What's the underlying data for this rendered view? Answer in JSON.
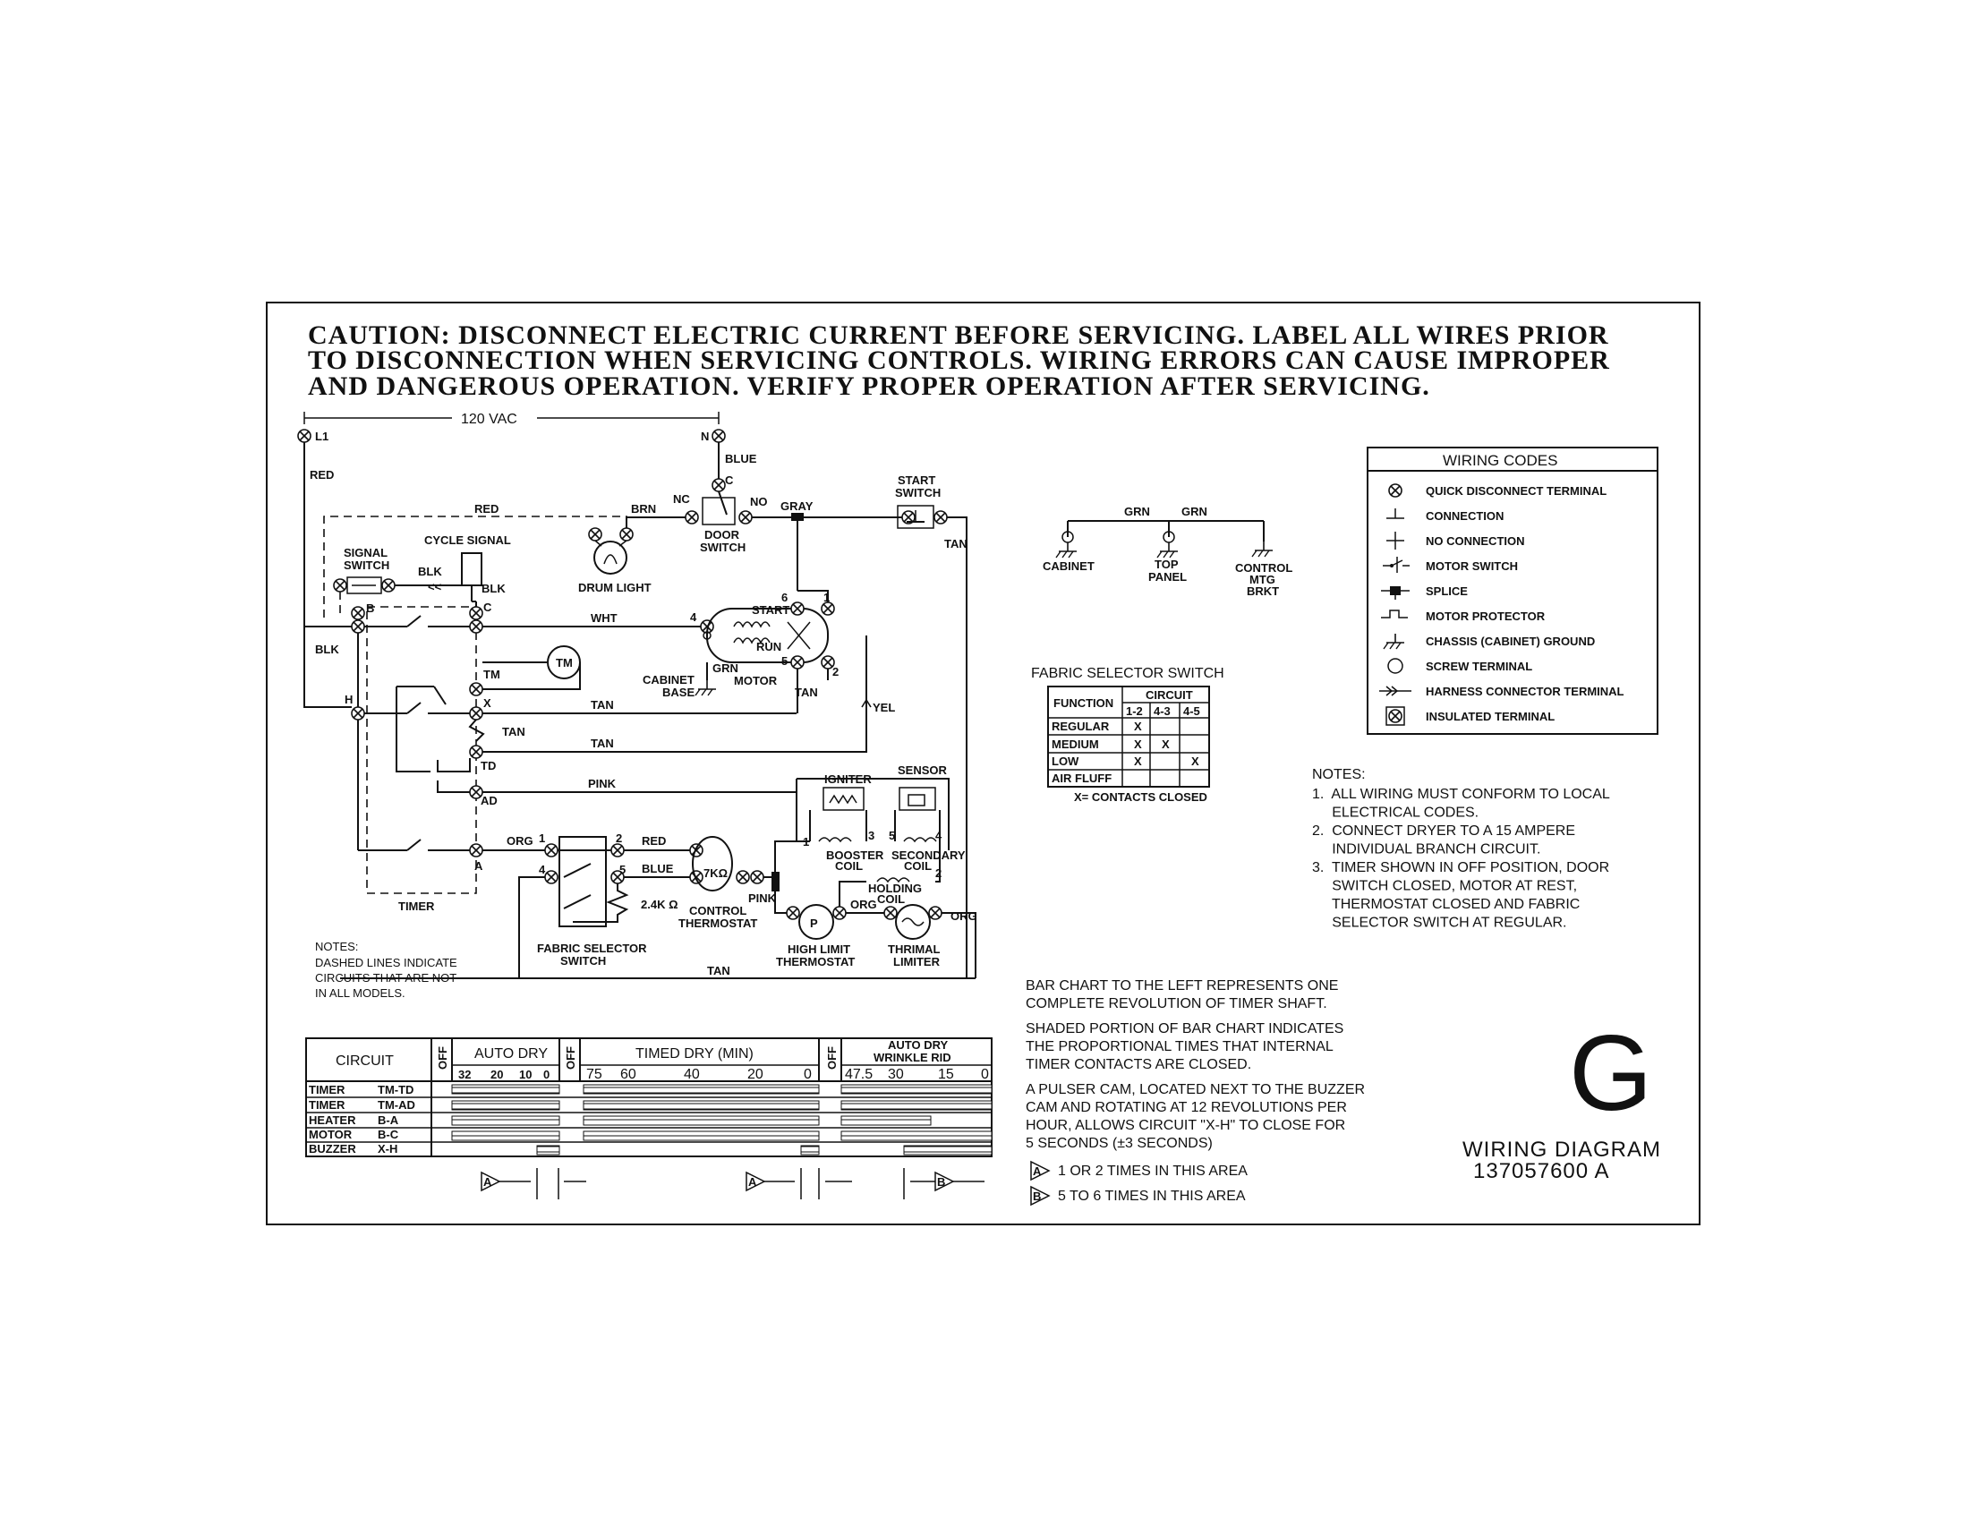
{
  "caution": {
    "line1": "CAUTION: DISCONNECT ELECTRIC CURRENT BEFORE SERVICING. LABEL ALL WIRES PRIOR",
    "line2": "TO DISCONNECTION WHEN SERVICING CONTROLS. WIRING ERRORS CAN CAUSE IMPROPER",
    "line3": "AND DANGEROUS OPERATION. VERIFY PROPER OPERATION AFTER SERVICING."
  },
  "supply": {
    "voltage": "120 VAC",
    "l1": "L1",
    "n": "N"
  },
  "wires": {
    "red": "RED",
    "blk": "BLK",
    "blue": "BLUE",
    "brn": "BRN",
    "gray": "GRAY",
    "tan": "TAN",
    "wht": "WHT",
    "grn": "GRN",
    "yel": "YEL",
    "pink": "PINK",
    "org": "ORG"
  },
  "terminals": {
    "b": "B",
    "c": "C",
    "tm": "TM",
    "x": "X",
    "td": "TD",
    "ad": "AD",
    "a": "A",
    "h": "H",
    "nc": "NC",
    "no": "NO",
    "door_c": "C",
    "m1": "1",
    "m2": "2",
    "m4": "4",
    "m5": "5",
    "m6": "6",
    "f1": "1",
    "f2": "2",
    "f4": "4",
    "f5": "5",
    "g1": "1",
    "g2": "2",
    "g3": "3",
    "g4": "4",
    "g5": "5"
  },
  "components": {
    "cycle_signal": "CYCLE SIGNAL",
    "signal_switch_1": "SIGNAL",
    "signal_switch_2": "SWITCH",
    "drum_light": "DRUM LIGHT",
    "door_switch_1": "DOOR",
    "door_switch_2": "SWITCH",
    "start_switch_1": "START",
    "start_switch_2": "SWITCH",
    "tm": "TM",
    "start": "START",
    "run": "RUN",
    "cabinet_base_1": "CABINET",
    "cabinet_base_2": "BASE",
    "motor": "MOTOR",
    "timer": "TIMER",
    "igniter": "IGNITER",
    "sensor": "SENSOR",
    "booster_1": "BOOSTER",
    "booster_2": "COIL",
    "secondary_1": "SECONDARY",
    "secondary_2": "COIL",
    "holding_1": "HOLDING",
    "holding_2": "COIL",
    "r7k": "7KΩ",
    "r24k": "2.4K Ω",
    "control_thermostat_1": "CONTROL",
    "control_thermostat_2": "THERMOSTAT",
    "fabric_selector_1": "FABRIC SELECTOR",
    "fabric_selector_2": "SWITCH",
    "high_limit_1": "HIGH LIMIT",
    "high_limit_2": "THERMOSTAT",
    "thermal_limiter_1": "THRIMAL",
    "thermal_limiter_2": "LIMITER"
  },
  "grounds": {
    "cabinet": "CABINET",
    "top_panel_1": "TOP",
    "top_panel_2": "PANEL",
    "control_1": "CONTROL",
    "control_2": "MTG",
    "control_3": "BRKT"
  },
  "notes_left": {
    "title": "NOTES:",
    "l1": "DASHED LINES INDICATE",
    "l2": "CIRCUITS THAT ARE NOT",
    "l3": "IN ALL MODELS."
  },
  "wiring_codes": {
    "title": "WIRING CODES",
    "items": [
      {
        "icon": "quick-disconnect-icon",
        "label": "QUICK DISCONNECT TERMINAL"
      },
      {
        "icon": "connection-icon",
        "label": "CONNECTION"
      },
      {
        "icon": "no-connection-icon",
        "label": "NO CONNECTION"
      },
      {
        "icon": "motor-switch-icon",
        "label": "MOTOR SWITCH"
      },
      {
        "icon": "splice-icon",
        "label": "SPLICE"
      },
      {
        "icon": "motor-protector-icon",
        "label": "MOTOR PROTECTOR"
      },
      {
        "icon": "chassis-ground-icon",
        "label": "CHASSIS (CABINET) GROUND"
      },
      {
        "icon": "screw-terminal-icon",
        "label": "SCREW TERMINAL"
      },
      {
        "icon": "harness-connector-icon",
        "label": "HARNESS CONNECTOR TERMINAL"
      },
      {
        "icon": "insulated-terminal-icon",
        "label": "INSULATED TERMINAL"
      }
    ]
  },
  "fabric_table": {
    "title": "FABRIC SELECTOR SWITCH",
    "function": "FUNCTION",
    "circuit": "CIRCUIT",
    "cols": [
      "1-2",
      "4-3",
      "4-5"
    ],
    "rows": [
      {
        "name": "REGULAR",
        "cells": [
          "X",
          "",
          ""
        ]
      },
      {
        "name": "MEDIUM",
        "cells": [
          "X",
          "X",
          ""
        ]
      },
      {
        "name": "LOW",
        "cells": [
          "X",
          "",
          "X"
        ]
      },
      {
        "name": "AIR FLUFF",
        "cells": [
          "",
          "",
          ""
        ]
      }
    ],
    "footnote": "X= CONTACTS CLOSED"
  },
  "notes_right": {
    "title": "NOTES:",
    "lines": [
      "1.  ALL WIRING MUST CONFORM TO LOCAL",
      "     ELECTRICAL CODES.",
      "2.  CONNECT DRYER TO A 15 AMPERE",
      "     INDIVIDUAL BRANCH CIRCUIT.",
      "3.  TIMER SHOWN IN OFF POSITION, DOOR",
      "     SWITCH CLOSED, MOTOR AT REST,",
      "     THERMOSTAT CLOSED AND FABRIC",
      "     SELECTOR SWITCH AT REGULAR."
    ]
  },
  "bar_chart": {
    "circuit": "CIRCUIT",
    "off": "OFF",
    "auto_dry": "AUTO DRY",
    "timed_dry": "TIMED DRY (MIN)",
    "auto_dry_wr_1": "AUTO DRY",
    "auto_dry_wr_2": "WRINKLE RID",
    "ticks_auto": [
      "32",
      "20",
      "10",
      "0"
    ],
    "ticks_timed": [
      "75",
      "60",
      "40",
      "20",
      "0"
    ],
    "ticks_wr": [
      "47.5",
      "30",
      "15",
      "0"
    ],
    "rows": [
      {
        "name": "TIMER",
        "terms": "TM-TD"
      },
      {
        "name": "TIMER",
        "terms": "TM-AD"
      },
      {
        "name": "HEATER",
        "terms": "B-A"
      },
      {
        "name": "MOTOR",
        "terms": "B-C"
      },
      {
        "name": "BUZZER",
        "terms": "X-H"
      }
    ],
    "marker_a": "A",
    "marker_b": "B"
  },
  "explanation": {
    "p1": [
      "BAR CHART TO THE LEFT REPRESENTS ONE",
      "COMPLETE REVOLUTION OF TIMER SHAFT."
    ],
    "p2": [
      "SHADED PORTION OF BAR CHART INDICATES",
      "THE PROPORTIONAL TIMES THAT INTERNAL",
      "TIMER CONTACTS ARE CLOSED."
    ],
    "p3": [
      "A PULSER CAM, LOCATED NEXT TO THE BUZZER",
      "CAM AND ROTATING AT 12 REVOLUTIONS PER",
      "HOUR, ALLOWS CIRCUIT \"X-H\" TO CLOSE FOR",
      "5 SECONDS (±3 SECONDS)"
    ],
    "a_marker": "A",
    "a_text": "1 OR 2 TIMES IN THIS AREA",
    "b_marker": "B",
    "b_text": "5 TO 6 TIMES IN THIS AREA"
  },
  "title_block": {
    "letter": "G",
    "title": "WIRING DIAGRAM",
    "number": "137057600  A"
  }
}
